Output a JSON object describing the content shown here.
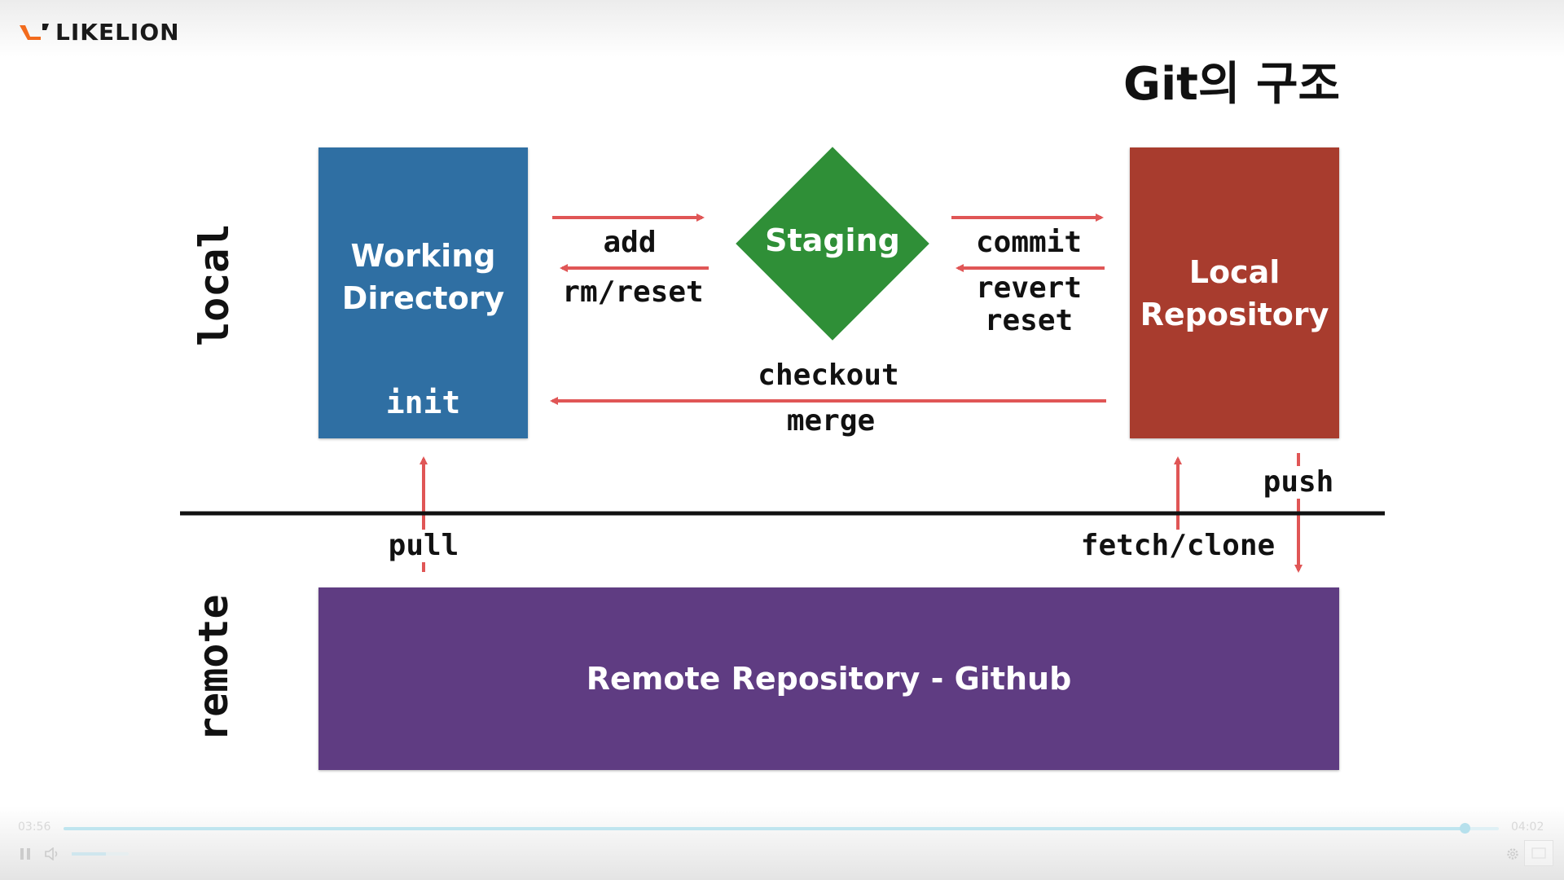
{
  "brand": {
    "name": "LIKELION",
    "accent": "#f26b1d"
  },
  "slide": {
    "title": "Git의 구조",
    "zones": {
      "local": "local",
      "remote": "remote"
    },
    "boxes": {
      "working_directory": "Working\nDirectory",
      "working_directory_cmd": "init",
      "staging": "Staging",
      "local_repository": "Local\nRepository",
      "remote_repository": "Remote Repository - Github"
    },
    "commands": {
      "add": "add",
      "rm_reset": "rm/reset",
      "commit": "commit",
      "revert_reset": "revert\nreset",
      "checkout": "checkout",
      "merge": "merge",
      "pull": "pull",
      "fetch_clone": "fetch/clone",
      "push": "push"
    },
    "colors": {
      "working_directory": "#2f6fa3",
      "staging": "#2f8f37",
      "local_repository": "#a83c2e",
      "remote_repository": "#5f3c82",
      "arrow": "#e05656"
    }
  },
  "player": {
    "current_time": "03:56",
    "duration": "04:02",
    "progress": 0.976,
    "volume": 0.6,
    "play_state": "playing"
  }
}
